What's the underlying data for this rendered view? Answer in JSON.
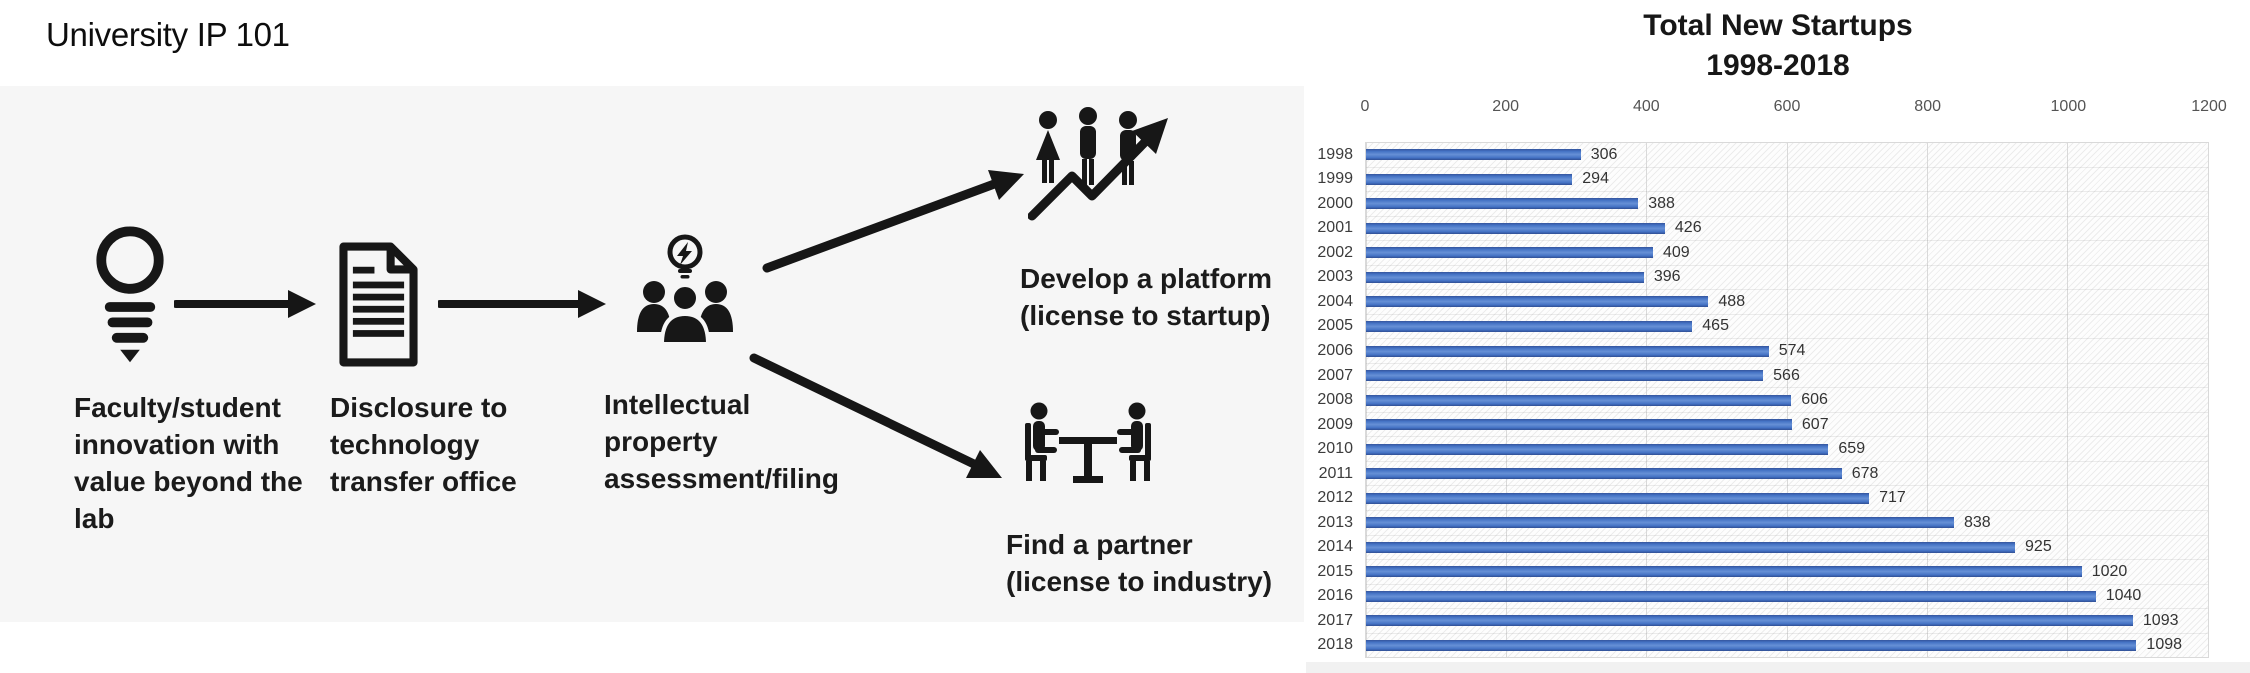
{
  "page": {
    "title": "University IP 101"
  },
  "diagram": {
    "steps": [
      {
        "name": "innovation",
        "icon": "lightbulb-icon",
        "label": "Faculty/student\ninnovation with\nvalue beyond the\nlab"
      },
      {
        "name": "disclosure",
        "icon": "document-icon",
        "label": "Disclosure to\ntechnology\ntransfer office"
      },
      {
        "name": "ip-assessment",
        "icon": "team-idea-icon",
        "label": "Intellectual\nproperty\nassessment/filing"
      }
    ],
    "outcomes": [
      {
        "name": "develop-platform",
        "icon": "startup-growth-icon",
        "label": "Develop a platform\n(license to startup)"
      },
      {
        "name": "find-partner",
        "icon": "partnership-meeting-icon",
        "label": "Find a partner\n(license to industry)"
      }
    ]
  },
  "chart_data": {
    "type": "bar",
    "orientation": "horizontal",
    "title": "Total New Startups",
    "subtitle": "1998-2018",
    "categories": [
      "1998",
      "1999",
      "2000",
      "2001",
      "2002",
      "2003",
      "2004",
      "2005",
      "2006",
      "2007",
      "2008",
      "2009",
      "2010",
      "2011",
      "2012",
      "2013",
      "2014",
      "2015",
      "2016",
      "2017",
      "2018"
    ],
    "values": [
      306,
      294,
      388,
      426,
      409,
      396,
      488,
      465,
      574,
      566,
      606,
      607,
      659,
      678,
      717,
      838,
      925,
      1020,
      1040,
      1093,
      1098
    ],
    "xlim": [
      0,
      1200
    ],
    "x_ticks": [
      0,
      200,
      400,
      600,
      800,
      1000,
      1200
    ],
    "axis_position": "top",
    "grid": true,
    "data_labels": true,
    "bar_color": "#4472C4",
    "plot_hatch": true
  }
}
